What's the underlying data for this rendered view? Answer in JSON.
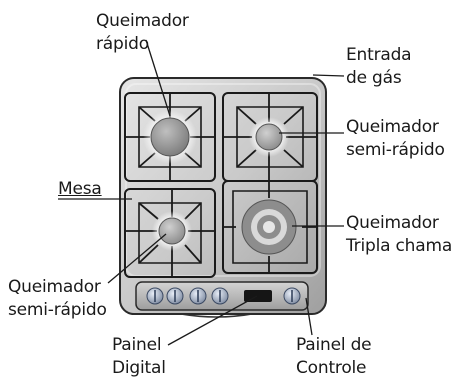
{
  "labels": {
    "rapido": [
      "Queimador",
      "rápido"
    ],
    "gas": [
      "Entrada",
      "de gás"
    ],
    "semi_right": [
      "Queimador",
      "semi-rápido"
    ],
    "mesa": "Mesa",
    "tripla": [
      "Queimador",
      "Tripla chama"
    ],
    "semi_left": [
      "Queimador",
      "semi-rápido"
    ],
    "painel_digital": [
      "Painel",
      "Digital"
    ],
    "painel_controle": [
      "Painel de",
      "Controle"
    ]
  }
}
